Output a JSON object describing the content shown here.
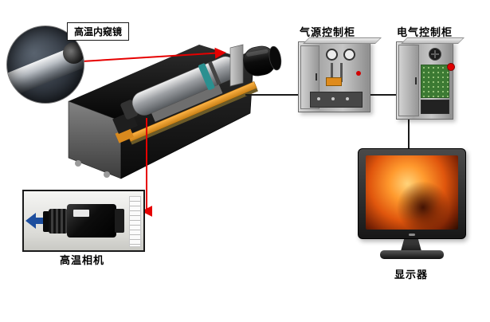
{
  "labels": {
    "endoscope": "高温内窥镜",
    "air_cabinet": "气源控制柜",
    "electric_cabinet": "电气控制柜",
    "camera": "高温相机",
    "monitor": "显示器"
  },
  "colors": {
    "connector_red": "#e60000",
    "connector_black": "#1a1a1a",
    "screen_glow": "#ff9a2e",
    "rail_orange": "#e08a1a",
    "pcb_green": "#3c7a33",
    "arrow_blue": "#1d4e9e"
  }
}
